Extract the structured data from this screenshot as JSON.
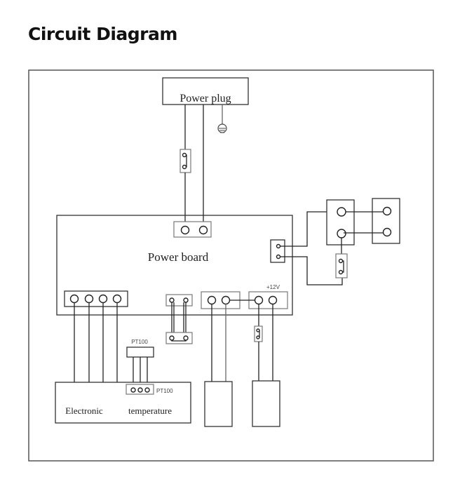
{
  "page": {
    "title": "Circuit Diagram"
  },
  "diagram": {
    "components": {
      "power_plug": "Power plug",
      "power_board": "Power board",
      "controller_left": "Electronic",
      "controller_right": "temperature",
      "pt100_sensor": "PT100",
      "pt100_port": "PT100",
      "voltage_label": "+12V"
    },
    "icons": {
      "ground": "ground-symbol",
      "fuse": "fuse-symbol",
      "terminal": "terminal-circle"
    }
  }
}
